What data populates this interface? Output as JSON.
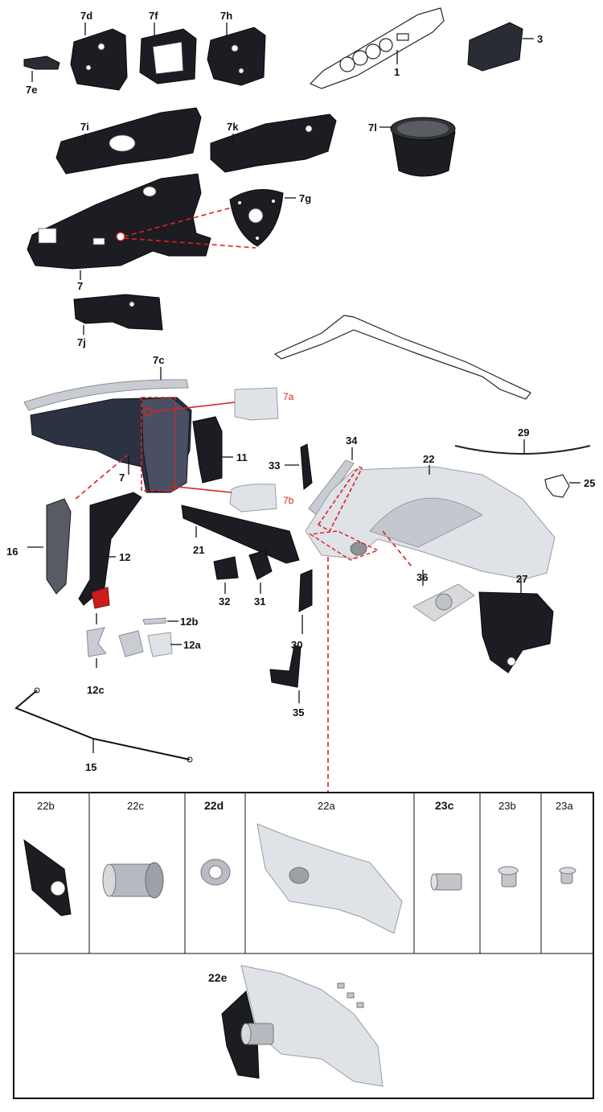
{
  "callouts": {
    "c1": "1",
    "c3": "3",
    "c7": "7",
    "c7_main": "7",
    "c7a": "7a",
    "c7b": "7b",
    "c7c": "7c",
    "c7d": "7d",
    "c7e": "7e",
    "c7f": "7f",
    "c7g": "7g",
    "c7h": "7h",
    "c7i": "7i",
    "c7j": "7j",
    "c7k": "7k",
    "c7l": "7l",
    "c11": "11",
    "c12": "12",
    "c12a": "12a",
    "c12b": "12b",
    "c12c": "12c",
    "c15": "15",
    "c16": "16",
    "c21": "21",
    "c22": "22",
    "c25": "25",
    "c27": "27",
    "c29": "29",
    "c30": "30",
    "c31": "31",
    "c32": "32",
    "c33": "33",
    "c34": "34",
    "c35": "35",
    "c36": "36"
  },
  "detail_table": {
    "top_row": [
      "22b",
      "22c",
      "22d",
      "22a",
      "23c",
      "23b",
      "23a"
    ],
    "bold_labels": [
      "22d",
      "23c"
    ],
    "bottom_label": "22e"
  },
  "colors": {
    "callout_red": "#cc2222",
    "part_dark": "#1c1d22",
    "part_silver": "#c9ccd2"
  }
}
